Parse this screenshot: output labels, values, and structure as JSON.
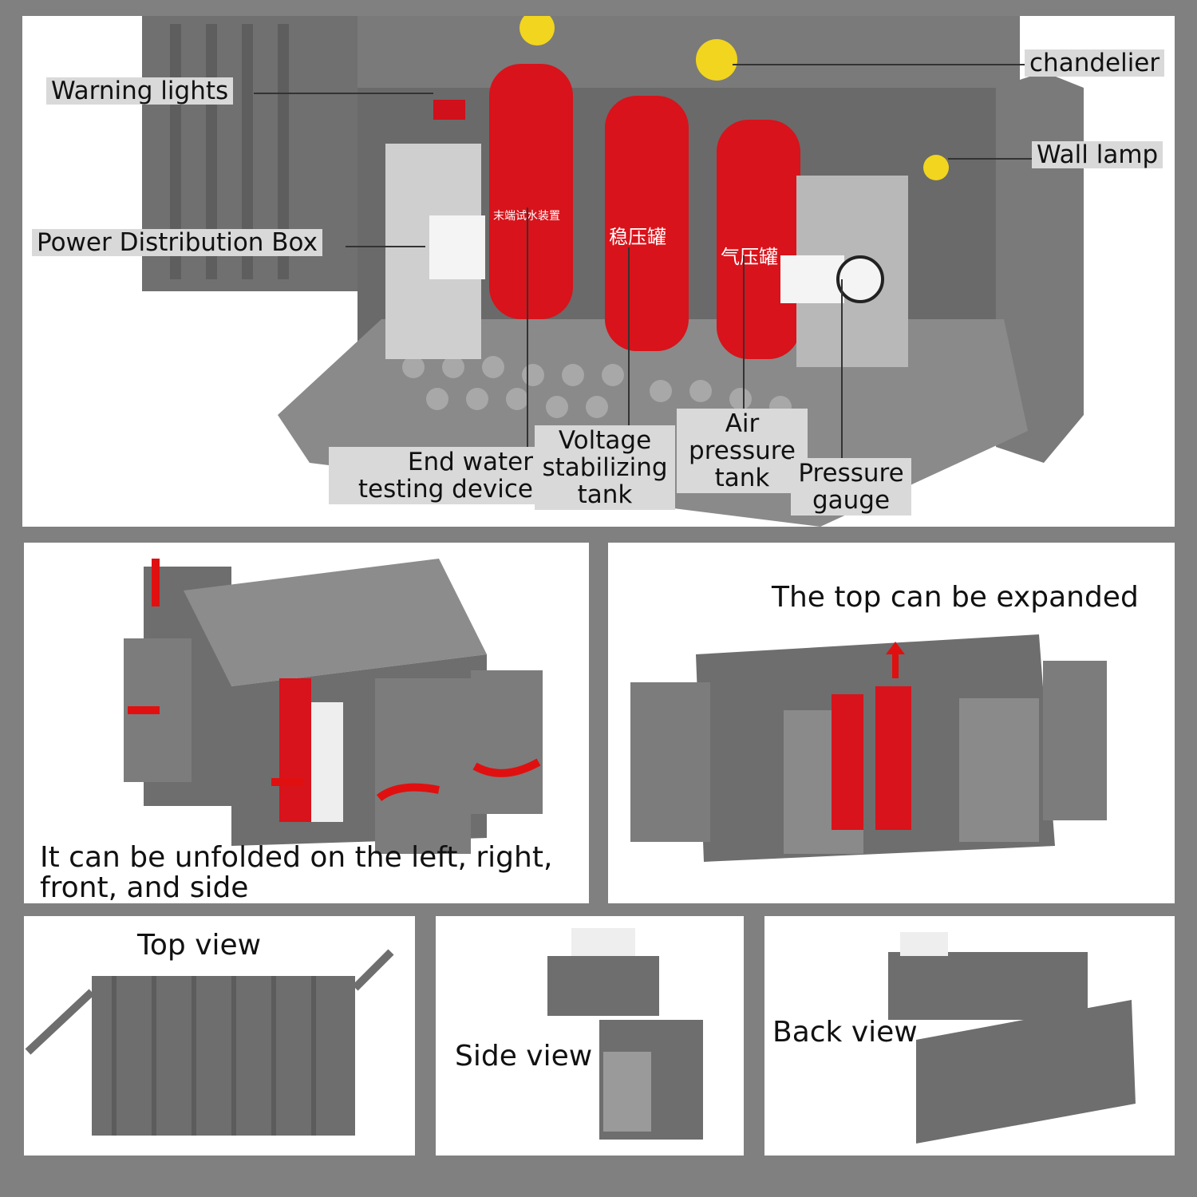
{
  "top": {
    "callouts": {
      "warning_lights": "Warning lights",
      "power_box": "Power Distribution Box",
      "chandelier": "chandelier",
      "wall_lamp": "Wall lamp",
      "end_water": "End water\ntesting device",
      "voltage": "Voltage\nstabilizing\ntank",
      "air_pressure": "Air\npressure\ntank",
      "pressure_gauge": "Pressure\ngauge"
    },
    "tank_texts": [
      "末端试水装置",
      "稳压罐",
      "气压罐"
    ]
  },
  "mid_left": {
    "caption": "It can be unfolded on the left, right,\nfront, and side"
  },
  "mid_right": {
    "caption": "The top can be expanded"
  },
  "bottom": {
    "top_view": "Top view",
    "side_view": "Side view",
    "back_view": "Back view"
  },
  "colors": {
    "frame": "#808080",
    "container": "#6e6e6e",
    "container_light": "#8c8c8c",
    "tank_red": "#d8131b",
    "tag_bg": "#d9d9d9",
    "arrow_red": "#e01010"
  }
}
